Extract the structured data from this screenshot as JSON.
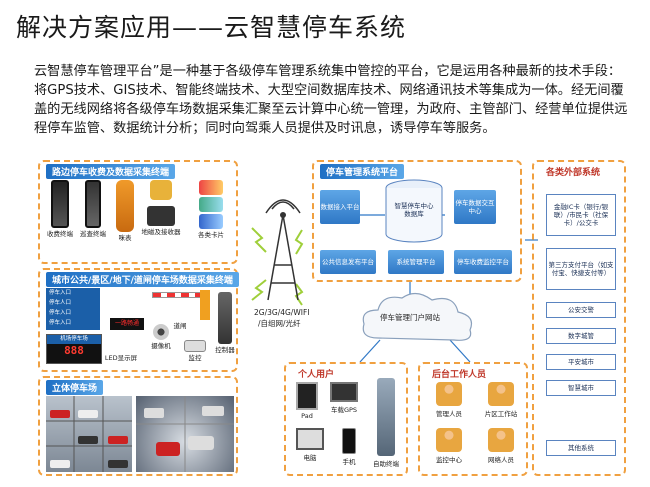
{
  "title": "解决方案应用——云智慧停车系统",
  "intro": "云智慧停车管理平台”是一种基于各级停车管理系统集中管控的平台，它是运用各种最新的技术手段：将GPS技术、GIS技术、智能终端技术、大型空间数据库技术、网络通讯技术等集成为一体。经无间覆盖的无线网络将各级停车场数据采集汇聚至云计算中心统一管理，为政府、主管部门、经营单位提供远程停车监管、数据统计分析；同时向驾乘人员提供及时讯息，诱导停车等服务。",
  "roadside": {
    "title": "路边停车收费及数据采集终端",
    "devices": [
      "收费终端",
      "巡查终端",
      "咪表",
      "地磁及接收器",
      "各类卡片"
    ]
  },
  "city": {
    "title": "城市公共/景区/地下/道闸停车场数据采集终端",
    "devices": [
      "LED显示屏",
      "摄像机",
      "道闸",
      "监控",
      "控制器"
    ],
    "sign_text": "机场停车场",
    "sign_number": "888",
    "red_sign": "一路畅通",
    "guide_rows": [
      "停车入口",
      "停车人口",
      "停车入口",
      "停车入口"
    ]
  },
  "stereo": {
    "title": "立体停车场"
  },
  "network": {
    "label_line1": "2G/3G/4G/WIFI",
    "label_line2": "/自组网/光纤"
  },
  "platform": {
    "title": "停车管理系统平台",
    "center": "智慧停车中心数据库",
    "boxes": [
      "数据接入平台",
      "停车数据交互中心",
      "公共信息发布平台",
      "系统管理平台",
      "停车收费监控平台"
    ]
  },
  "portal": {
    "label": "停车管理门户网站"
  },
  "users": {
    "title": "个人用户",
    "items": [
      "Pad",
      "车载GPS",
      "电脑",
      "手机",
      "自助终端"
    ]
  },
  "backoffice": {
    "title": "后台工作人员",
    "items": [
      "管理人员",
      "片区工作站",
      "监控中心",
      "网络人员"
    ]
  },
  "external": {
    "title": "各类外部系统",
    "items": [
      "金融IC卡（银行/银联）/市民卡（社保卡）/公交卡",
      "第三方支付平台（如支付宝、快捷支付等）",
      "公安交警",
      "数字城管",
      "平安城市",
      "智慧城市",
      "其他系统"
    ]
  }
}
